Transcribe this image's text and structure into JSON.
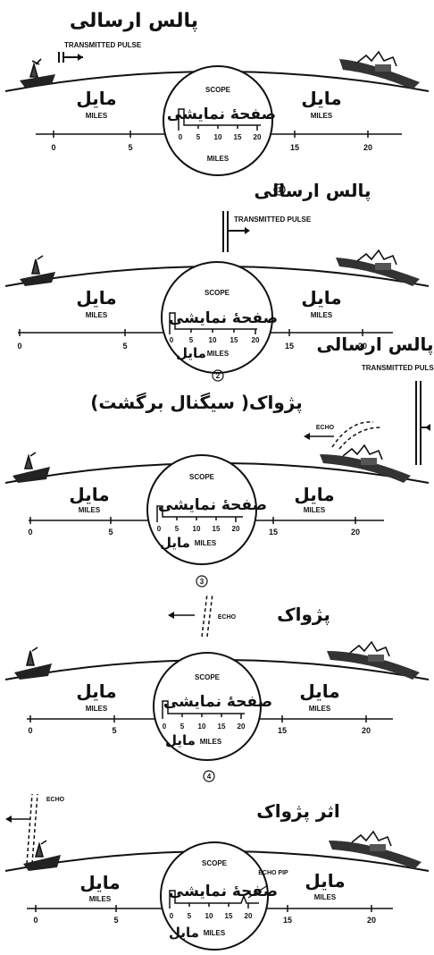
{
  "panels": [
    {
      "fa_title": "پالس ارسالی",
      "en_pulse": "TRANSMITTED PULSE",
      "en_echo": "",
      "fa_miles_left": "مایل",
      "en_miles_left": "MILES",
      "fa_miles_right": "مایل",
      "en_miles_right": "MILES",
      "scope_label": "SCOPE",
      "scope_fa": "صفحهٔ نمایشی",
      "scope_ticks": [
        "0",
        "5",
        "10",
        "15",
        "20"
      ],
      "scope_miles_en": "MILES",
      "scope_miles_fa": "",
      "scale_ticks": [
        "0",
        "5",
        "15",
        "20"
      ],
      "number": "1",
      "fa_caption": "پالس ارسالی",
      "echo_pip": ""
    },
    {
      "fa_title": "",
      "en_pulse": "TRANSMITTED PULSE",
      "en_echo": "",
      "fa_miles_left": "مایل",
      "en_miles_left": "MILES",
      "fa_miles_right": "مایل",
      "en_miles_right": "MILES",
      "scope_label": "SCOPE",
      "scope_fa": "صفحهٔ نمایشی",
      "scope_ticks": [
        "0",
        "5",
        "10",
        "15",
        "20"
      ],
      "scope_miles_en": "MILES",
      "scope_miles_fa": "مایل",
      "scale_ticks": [
        "0",
        "5",
        "15",
        "20"
      ],
      "number": "2",
      "fa_caption": "پالس ارسالی",
      "echo_pip": ""
    },
    {
      "fa_title": "پژواک( سیگنال برگشت)",
      "en_pulse": "TRANSMITTED PULSE",
      "en_echo": "ECHO",
      "fa_miles_left": "مایل",
      "en_miles_left": "MILES",
      "fa_miles_right": "مایل",
      "en_miles_right": "MILES",
      "scope_label": "SCOPE",
      "scope_fa": "صفحهٔ نمایشی",
      "scope_ticks": [
        "0",
        "5",
        "10",
        "15",
        "20"
      ],
      "scope_miles_en": "MILES",
      "scope_miles_fa": "مایل",
      "scale_ticks": [
        "0",
        "5",
        "15",
        "20"
      ],
      "number": "3",
      "fa_caption": "",
      "echo_pip": ""
    },
    {
      "fa_title": "پژواک",
      "en_pulse": "",
      "en_echo": "ECHO",
      "fa_miles_left": "مایل",
      "en_miles_left": "MILES",
      "fa_miles_right": "مایل",
      "en_miles_right": "MILES",
      "scope_label": "SCOPE",
      "scope_fa": "صفحهٔ نمایشی",
      "scope_ticks": [
        "0",
        "5",
        "10",
        "15",
        "20"
      ],
      "scope_miles_en": "MILES",
      "scope_miles_fa": "مایل",
      "scale_ticks": [
        "0",
        "5",
        "15",
        "20"
      ],
      "number": "4",
      "fa_caption": "",
      "echo_pip": ""
    },
    {
      "fa_title": "اثر پژواک",
      "en_pulse": "",
      "en_echo": "ECHO",
      "fa_miles_left": "مایل",
      "en_miles_left": "MILES",
      "fa_miles_right": "مایل",
      "en_miles_right": "MILES",
      "scope_label": "SCOPE",
      "scope_fa": "صفحهٔ نمایشی",
      "scope_ticks": [
        "0",
        "5",
        "10",
        "15",
        "20"
      ],
      "scope_miles_en": "MILES",
      "scope_miles_fa": "مایل",
      "scale_ticks": [
        "0",
        "5",
        "15",
        "20"
      ],
      "number": "",
      "fa_caption": "",
      "echo_pip": "ECHO PIP"
    }
  ]
}
